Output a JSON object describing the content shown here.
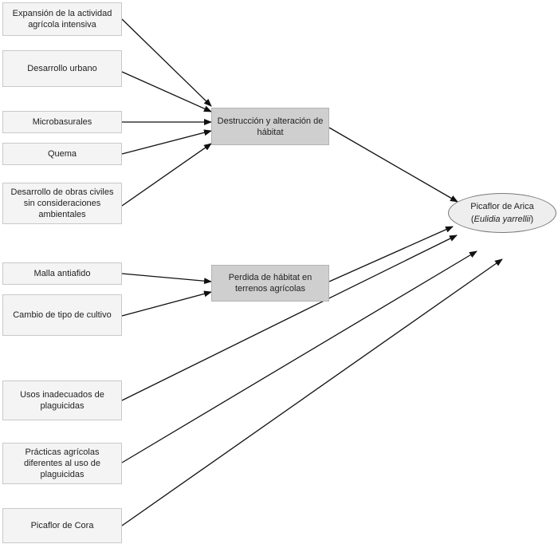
{
  "causes": [
    {
      "id": "c1",
      "label": "Expansión de la actividad agrícola intensiva"
    },
    {
      "id": "c2",
      "label": "Desarrollo urbano"
    },
    {
      "id": "c3",
      "label": "Microbasurales"
    },
    {
      "id": "c4",
      "label": "Quema"
    },
    {
      "id": "c5",
      "label": "Desarrollo de obras civiles sin consideraciones ambientales"
    },
    {
      "id": "c6",
      "label": "Malla antiafido"
    },
    {
      "id": "c7",
      "label": "Cambio de tipo de cultivo"
    },
    {
      "id": "c8",
      "label": "Usos inadecuados de plaguicidas"
    },
    {
      "id": "c9",
      "label": "Prácticas agrícolas diferentes al uso de plaguicidas"
    },
    {
      "id": "c10",
      "label": "Picaflor de Cora"
    }
  ],
  "intermediate": [
    {
      "id": "m1",
      "label": "Destrucción y alteración de hábitat"
    },
    {
      "id": "m2",
      "label": "Perdida de hábitat en terrenos agrícolas"
    }
  ],
  "target": {
    "name": "Picaflor de Arica",
    "scientific_prefix": "(",
    "scientific_name": "Eulidia yarrellii",
    "scientific_suffix": ")"
  },
  "edges": [
    [
      "c1",
      "m1"
    ],
    [
      "c2",
      "m1"
    ],
    [
      "c3",
      "m1"
    ],
    [
      "c4",
      "m1"
    ],
    [
      "c5",
      "m1"
    ],
    [
      "c6",
      "m2"
    ],
    [
      "c7",
      "m2"
    ],
    [
      "m1",
      "target"
    ],
    [
      "m2",
      "target"
    ],
    [
      "c8",
      "target"
    ],
    [
      "c9",
      "target"
    ],
    [
      "c10",
      "target"
    ]
  ],
  "colors": {
    "cause_fill": "#f4f4f4",
    "mid_fill": "#cfcfcf",
    "target_fill": "#eeeeee",
    "arrow": "#111111"
  }
}
